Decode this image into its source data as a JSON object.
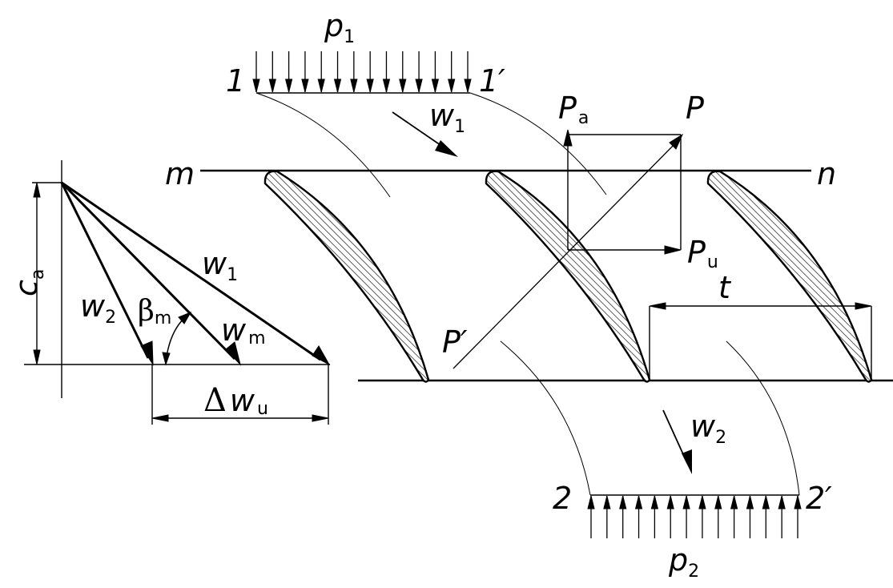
{
  "labels": {
    "p1": "p",
    "p1_sub": "1",
    "p2": "p",
    "p2_sub": "2",
    "s1": "1",
    "s1p": "1′",
    "s2": "2",
    "s2p": "2′",
    "w1_top": "w",
    "w1_top_sub": "1",
    "w2_bottom": "w",
    "w2_bottom_sub": "2",
    "m": "m",
    "n": "n",
    "Pa": "P",
    "Pa_sub": "a",
    "P": "P",
    "Pu": "P",
    "Pu_sub": "u",
    "Pprime": "P′",
    "t": "t",
    "ca": "c",
    "ca_sub": "a",
    "tri_w1": "w",
    "tri_w1_sub": "1",
    "tri_w2": "w",
    "tri_w2_sub": "2",
    "wm": "w",
    "wm_sub": "m",
    "beta": "β",
    "beta_sub": "m",
    "delta": "Δ",
    "dwu": "w",
    "dwu_sub": "u"
  }
}
